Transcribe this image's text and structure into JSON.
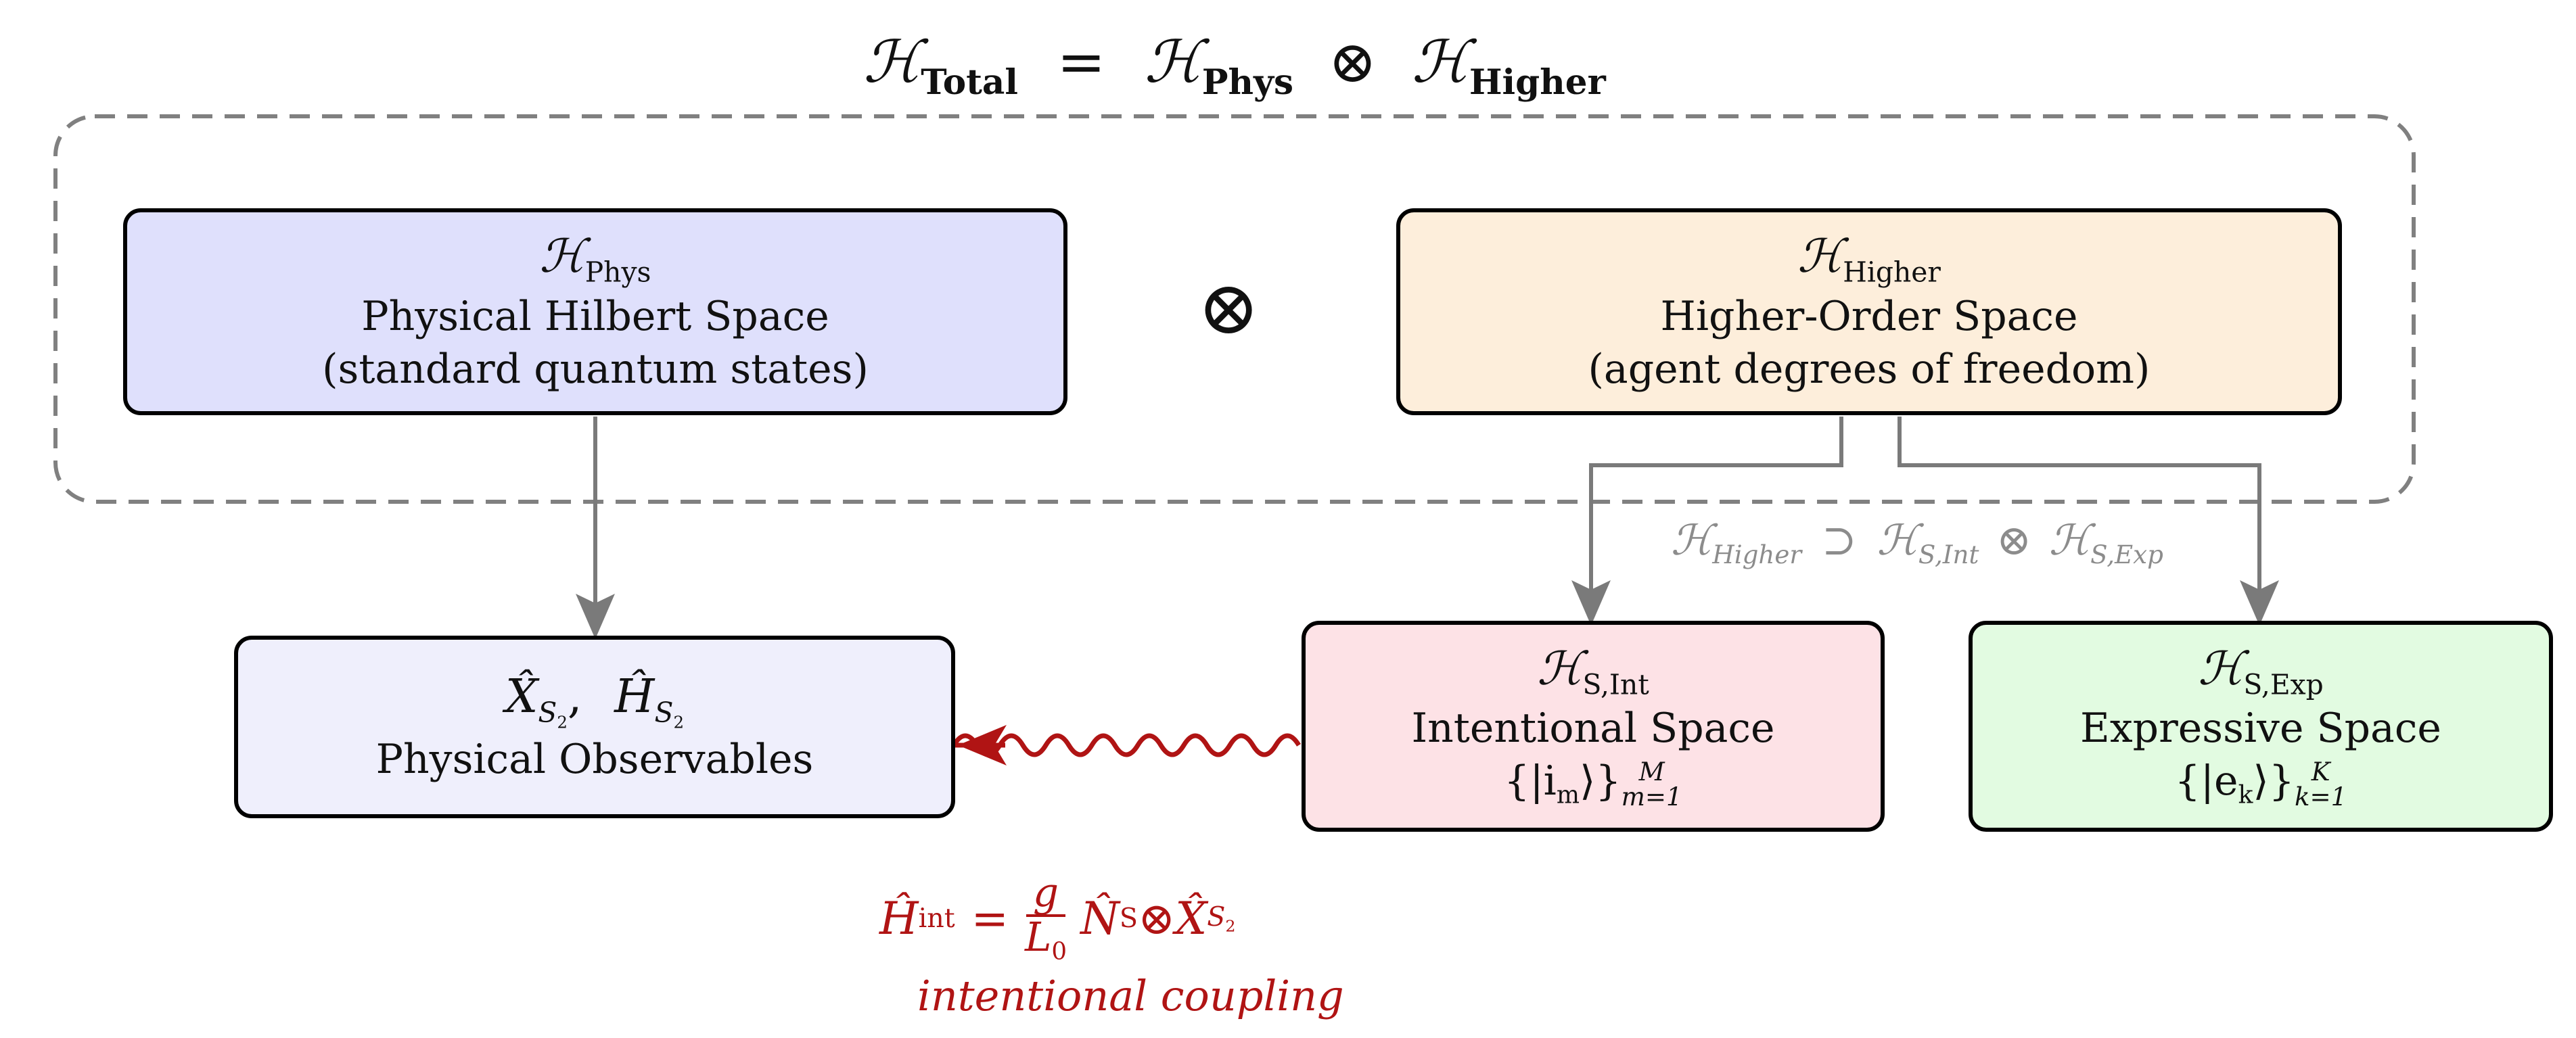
{
  "title": {
    "lhs": "ℋ",
    "lhs_sub": "Total",
    "eq": "=",
    "a": "ℋ",
    "a_sub": "Phys",
    "otimes": "⊗",
    "b": "ℋ",
    "b_sub": "Higher"
  },
  "phys_box": {
    "sym": "ℋ",
    "sym_sub": "Phys",
    "line1": "Physical Hilbert Space",
    "line2": "(standard quantum states)"
  },
  "tensor_symbol": "⊗",
  "higher_box": {
    "sym": "ℋ",
    "sym_sub": "Higher",
    "line1": "Higher-Order Space",
    "line2": "(agent degrees of freedom)"
  },
  "decomposition": {
    "h_higher": "ℋ",
    "h_higher_sub": "Higher",
    "supset": "⊃",
    "h_int": "ℋ",
    "h_int_sub": "S,Int",
    "otimes": "⊗",
    "h_exp": "ℋ",
    "h_exp_sub": "S,Exp"
  },
  "obs_box": {
    "x": "X̂",
    "x_sub": "S",
    "x_subsub": "2",
    "comma": ",",
    "h": "Ĥ",
    "h_sub": "S",
    "h_subsub": "2",
    "line1": "Physical Observables"
  },
  "int_box": {
    "sym": "ℋ",
    "sym_sub": "S,Int",
    "line1": "Intentional Space",
    "basis": "{|i",
    "basis_m": "m",
    "basis_close": "⟩}",
    "basis_sup": "M",
    "basis_sub": "m=1"
  },
  "exp_box": {
    "sym": "ℋ",
    "sym_sub": "S,Exp",
    "line1": "Expressive Space",
    "basis": "{|e",
    "basis_k": "k",
    "basis_close": "⟩}",
    "basis_sup": "K",
    "basis_sub": "k=1"
  },
  "coupling": {
    "h": "Ĥ",
    "h_sub": "int",
    "eq": "=",
    "num": "g",
    "den": "L",
    "den_sub": "0",
    "n": "N̂",
    "n_sub": "S",
    "otimes": "⊗",
    "x": "X̂",
    "x_sub": "S",
    "x_subsub": "2",
    "caption": "intentional coupling"
  },
  "colors": {
    "phys_fill": "#dfe0fc",
    "higher_fill": "#fdeedb",
    "obs_fill": "#efeffc",
    "int_fill": "#fde2e6",
    "exp_fill": "#e2fbe1",
    "arrow_gray": "#7a7a7a",
    "coupling_red": "#b01414",
    "dashed_border": "#808080"
  }
}
